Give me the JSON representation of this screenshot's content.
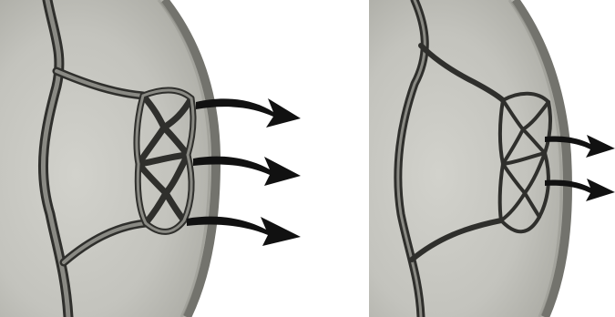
{
  "figure": {
    "panels": [
      {
        "id": "left",
        "arrow_count": 3,
        "vessel_mesh": "dilated"
      },
      {
        "id": "right",
        "arrow_count": 2,
        "vessel_mesh": "constricted"
      }
    ],
    "colors": {
      "background_white": "#ffffff",
      "tissue_light": "#cfcfc9",
      "tissue_dark": "#8d8d86",
      "rim": "#73736d",
      "vessel_outline": "#2f2f2c",
      "vessel_fill": "#8a8a84",
      "arrow": "#111111"
    }
  }
}
